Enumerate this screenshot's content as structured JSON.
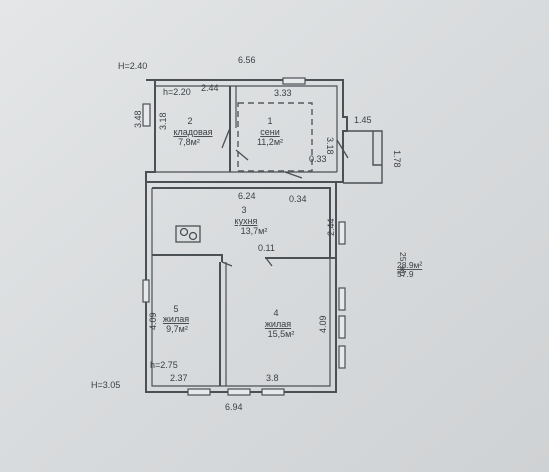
{
  "plan": {
    "heights": {
      "left_top": "H=2.40",
      "left_bottom": "H=3.05",
      "storage": "h=2.20",
      "room5": "h=2.75"
    },
    "dimensions": {
      "top_overall": "6.56",
      "top_storage": "2.44",
      "top_hall": "3.33",
      "left_storage": "3.48",
      "storage_inner": "3.18",
      "hall_right": "3.18",
      "porch_top": "1.45",
      "porch_side": "1.78",
      "hall_step": "0.33",
      "kitchen_width": "6.24",
      "kitchen_step": "0.34",
      "kitchen_right": "2.44",
      "partition": "0.11",
      "room5_height": "4.09",
      "room4_height": "4.09",
      "bottom_room5": "2.37",
      "bottom_room4": "3.8",
      "bottom_overall": "6.94"
    },
    "rooms": [
      {
        "number": "1",
        "name": "сени",
        "area": "11,2м²"
      },
      {
        "number": "2",
        "name": "кладовая",
        "area": "7,8м²"
      },
      {
        "number": "3",
        "name": "кухня",
        "area": "13,7м²"
      },
      {
        "number": "4",
        "name": "жилая",
        "area": "15,5м²"
      },
      {
        "number": "5",
        "name": "жилая",
        "area": "9,7м²"
      }
    ],
    "summary": {
      "line1": "25",
      "line2": "28.9м²",
      "line3": "57.9",
      "label": "жр"
    }
  }
}
